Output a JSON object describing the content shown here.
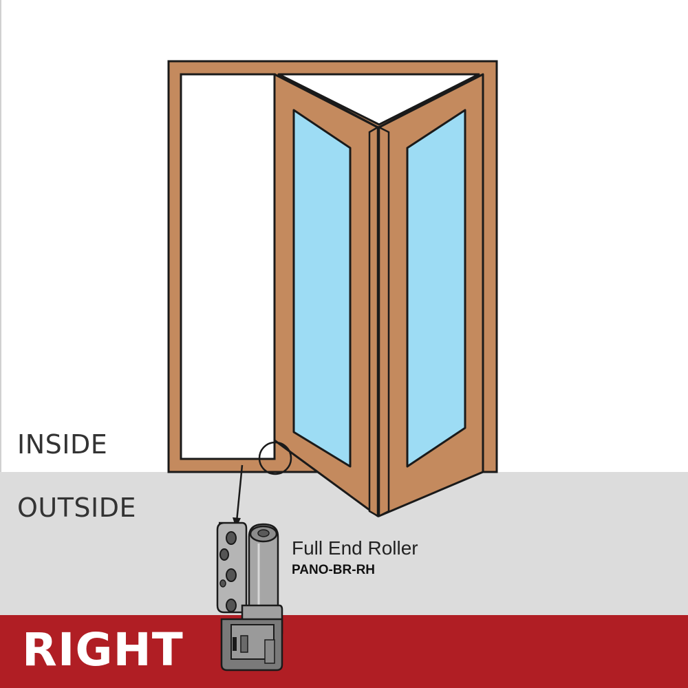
{
  "zones": {
    "inside_label": "INSIDE",
    "outside_label": "OUTSIDE",
    "hand_label": "RIGHT"
  },
  "part": {
    "name": "Full End Roller",
    "code": "PANO-BR-RH"
  },
  "colors": {
    "wood": "#c48a5e",
    "glass": "#9ddcf4",
    "outline": "#1a1a1a",
    "outside_band": "#dcdcdc",
    "hand_band": "#b01e24",
    "hardware": "#a6a6a6"
  },
  "icons": [
    "folding-door-icon",
    "roller-hinge-icon"
  ]
}
